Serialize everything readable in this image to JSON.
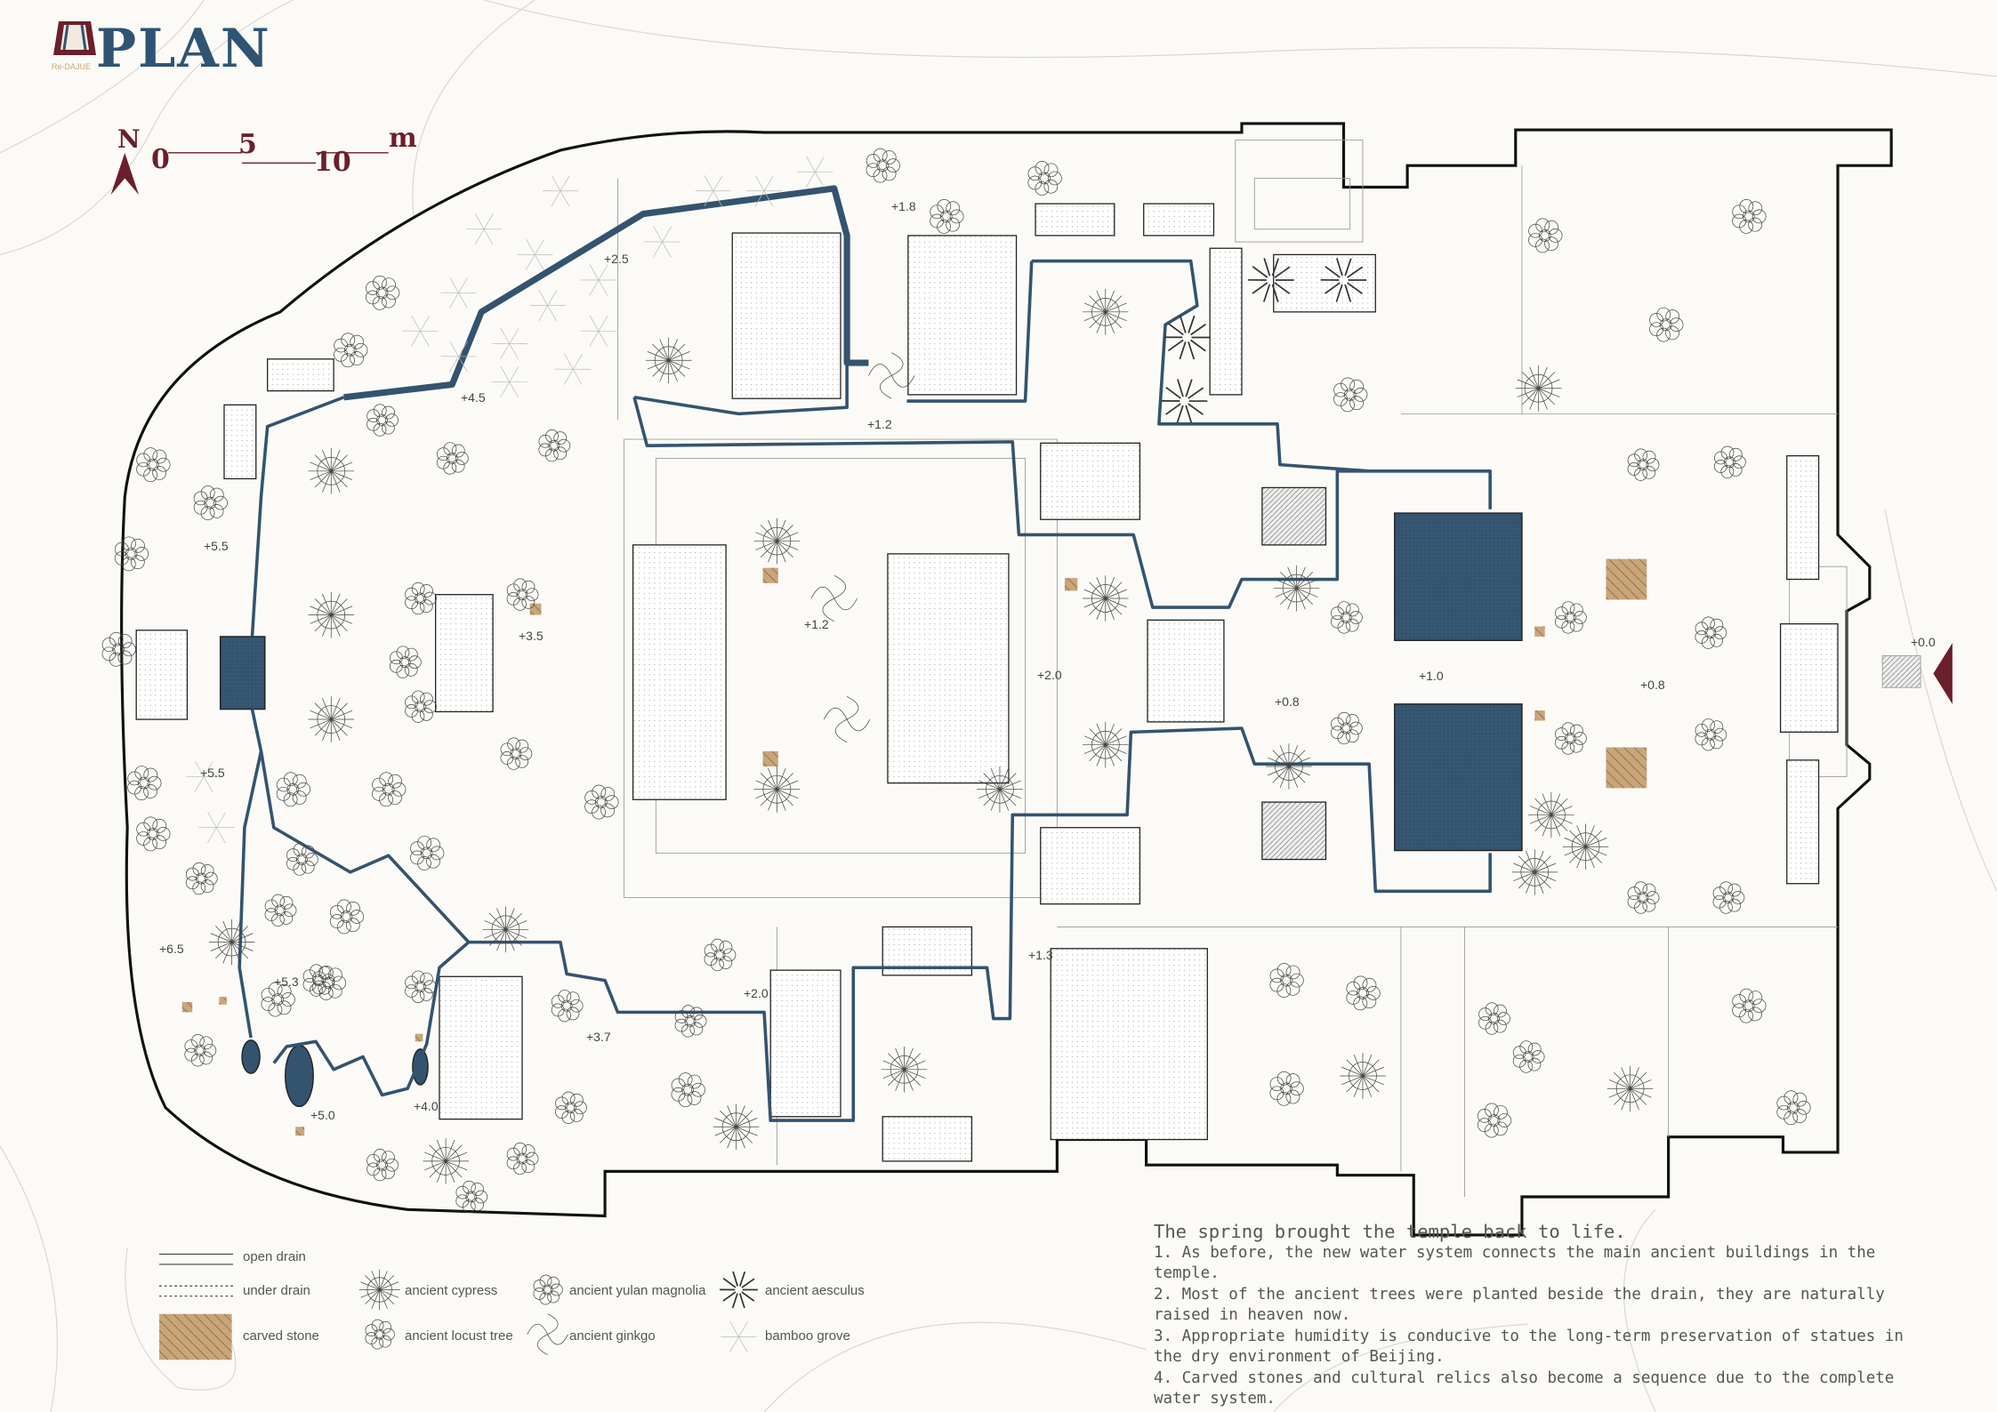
{
  "header": {
    "title": "PLAN",
    "logo_text": "Re-DAJUE"
  },
  "scale_bar": {
    "north": "N",
    "ticks": [
      "0",
      "5",
      "10"
    ],
    "unit": "m"
  },
  "colors": {
    "water": "#34536f",
    "accent": "#6b1f2a",
    "stone": "#c9a57a",
    "background": "#fbfaf6"
  },
  "elevations": [
    "+1.8",
    "+2.5",
    "+4.5",
    "+1.2",
    "+5.5",
    "+3.5",
    "+1.2",
    "+2.0",
    "+0.8",
    "+1.0",
    "+0.8",
    "+0.0",
    "+5.5",
    "+6.5",
    "+5.3",
    "+3.7",
    "+2.0",
    "+1.3",
    "+5.0",
    "+4.0"
  ],
  "legend": {
    "open_drain": "open drain",
    "under_drain": "under drain",
    "carved_stone": "carved stone",
    "ancient_cypress": "ancient cypress",
    "ancient_locust_tree": "ancient locust tree",
    "ancient_yulan_magnolia": "ancient yulan magnolia",
    "ancient_ginkgo": "ancient ginkgo",
    "ancient_aesculus": "ancient aesculus",
    "bamboo_grove": "bamboo grove"
  },
  "notes": {
    "heading": "The spring brought the temple back to life.",
    "items": [
      "1. As before, the new water system connects the main ancient buildings in the temple.",
      "2. Most of the ancient trees were planted beside the drain, they are naturally raised in heaven now.",
      "3. Appropriate humidity is conducive to the long-term preservation of statues in the dry environment of Beijing.",
      "4. Carved stones and cultural relics also become a sequence due to the complete water system."
    ]
  }
}
